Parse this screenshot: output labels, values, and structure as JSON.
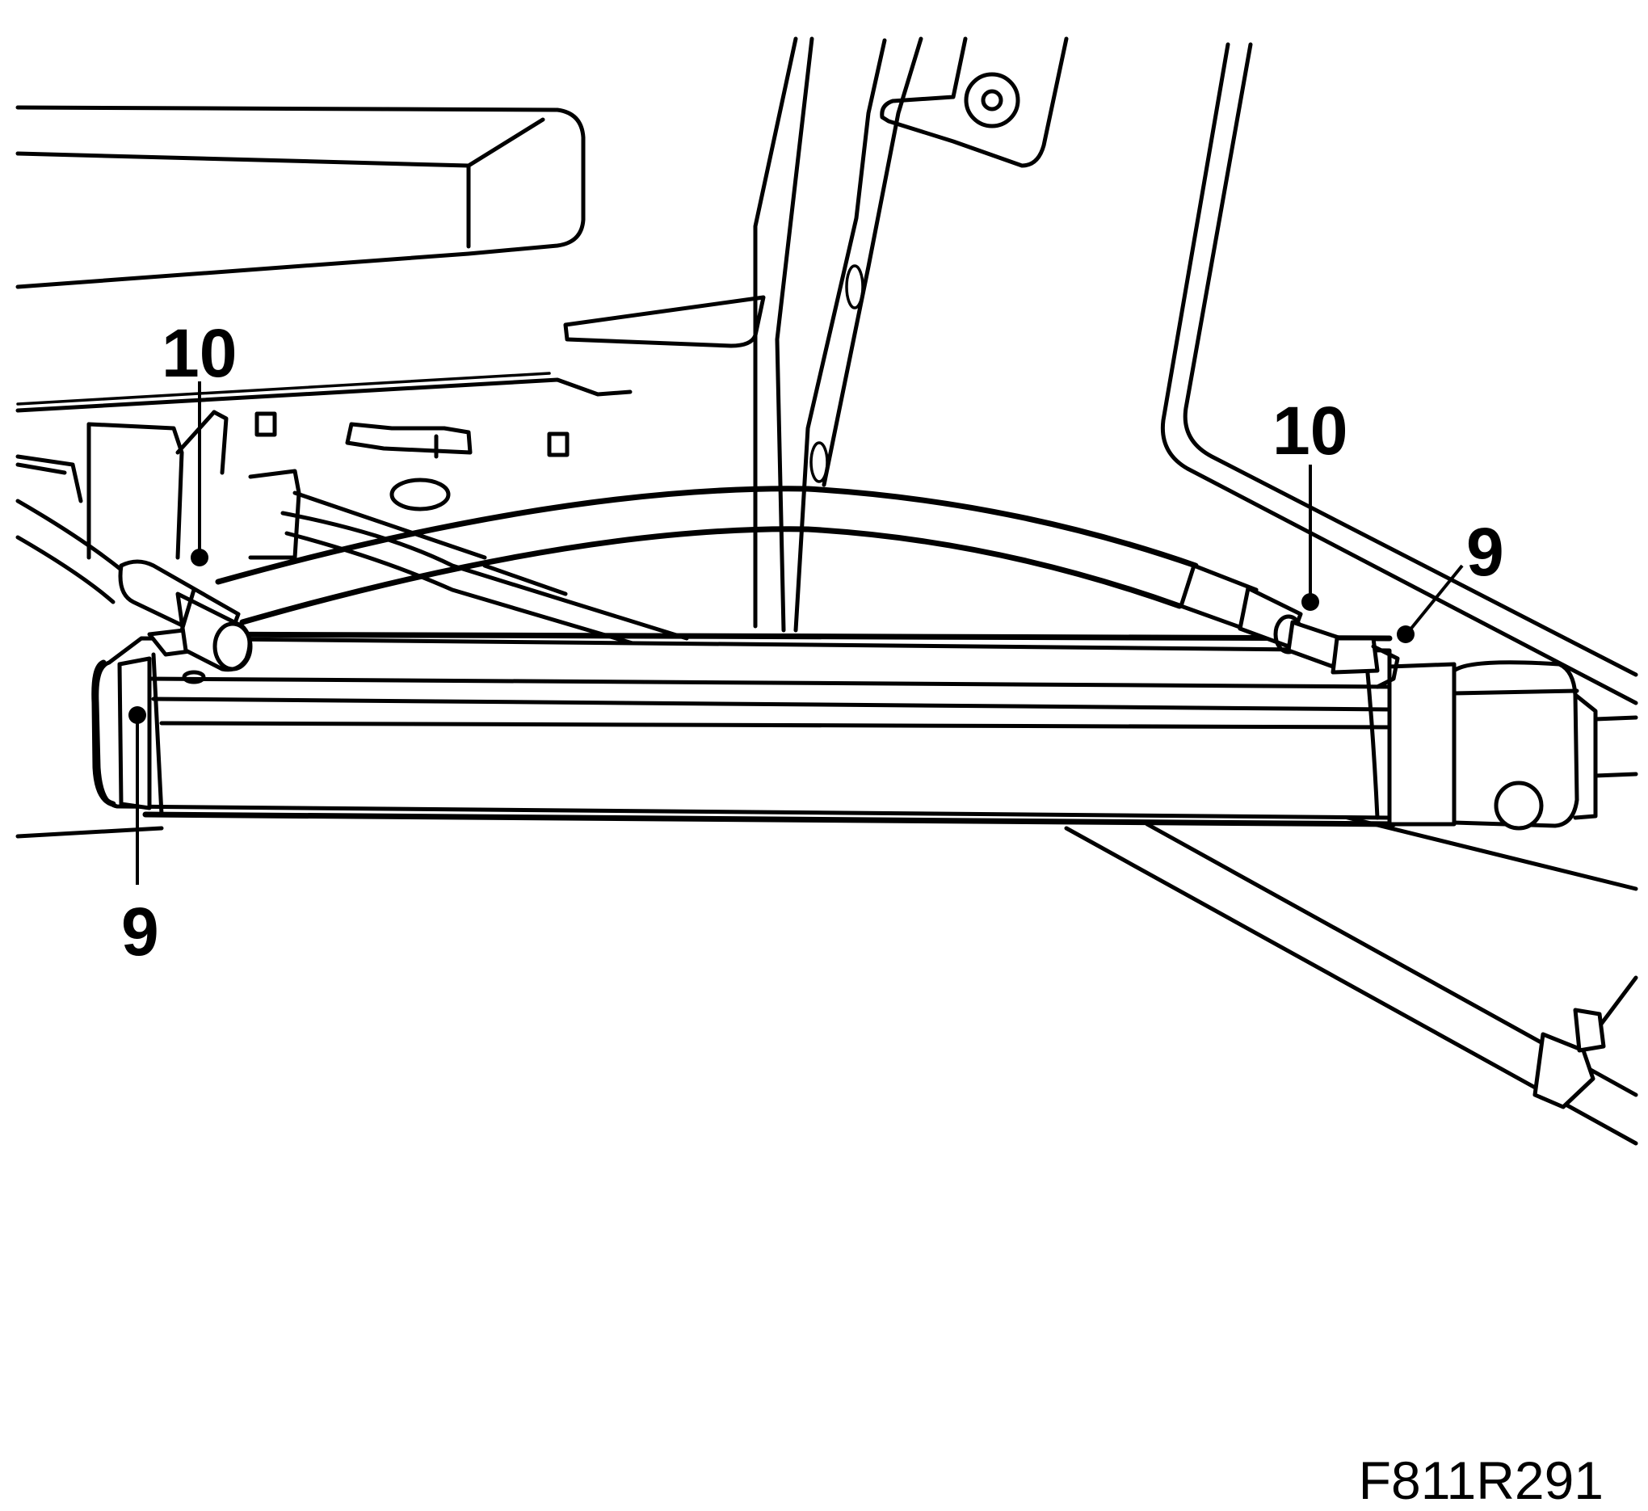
{
  "figure": {
    "id_label": "F811R291"
  },
  "callouts": [
    {
      "key": "hose_left",
      "text": "10"
    },
    {
      "key": "hose_right",
      "text": "10"
    },
    {
      "key": "bolt_right",
      "text": "9"
    },
    {
      "key": "bolt_left",
      "text": "9"
    }
  ],
  "colors": {
    "line": "#000000",
    "background": "#ffffff"
  }
}
